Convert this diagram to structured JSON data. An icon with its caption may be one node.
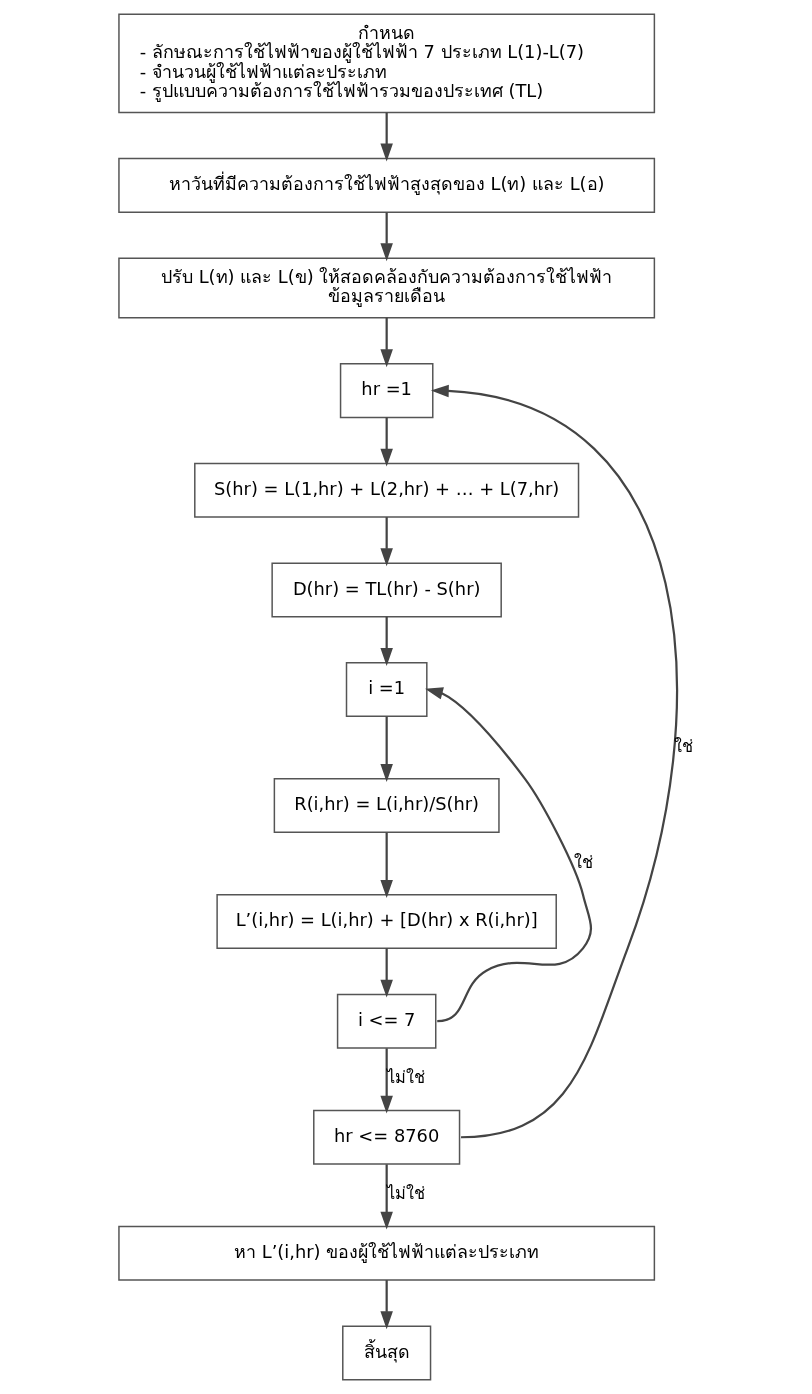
{
  "diagram": {
    "nodes": [
      {
        "text": [
          "กำหนด",
          "- ลักษณะการใช้ไฟฟ้าของผู้ใช้ไฟฟ้า 7 ประเภท L(1)-L(7)",
          "- จำนวนผู้ใช้ไฟฟ้าแต่ละประเภท",
          "- รูปแบบความต้องการใช้ไฟฟ้ารวมของประเทศ (TL)"
        ]
      },
      {
        "text": [
          "หาวันที่มีความต้องการใช้ไฟฟ้าสูงสุดของ L(ท) และ L(อ)"
        ]
      },
      {
        "text": [
          "ปรับ L(ท) และ L(ข) ให้สอดคล้องกับความต้องการใช้ไฟฟ้า",
          "ข้อมูลรายเดือน"
        ]
      },
      {
        "text": [
          "hr =1"
        ]
      },
      {
        "text": [
          "S(hr) = L(1,hr) + L(2,hr) + … + L(7,hr)"
        ]
      },
      {
        "text": [
          "D(hr) = TL(hr) - S(hr)"
        ]
      },
      {
        "text": [
          "i =1"
        ]
      },
      {
        "text": [
          "R(i,hr) = L(i,hr)/S(hr)"
        ]
      },
      {
        "text": [
          "L’(i,hr) = L(i,hr) + [D(hr) x R(i,hr)]"
        ]
      },
      {
        "text": [
          "i <= 7"
        ]
      },
      {
        "text": [
          "hr <= 8760"
        ]
      },
      {
        "text": [
          "หา L’(i,hr) ของผู้ใช้ไฟฟ้าแต่ละประเภท"
        ]
      },
      {
        "text": [
          "สิ้นสุด"
        ]
      }
    ],
    "edges": [
      {
        "from": 0,
        "to": 1,
        "arrow": "to"
      },
      {
        "from": 1,
        "to": 2,
        "arrow": "to"
      },
      {
        "from": 2,
        "to": 3,
        "arrow": "to"
      },
      {
        "from": 3,
        "to": 4,
        "arrow": "to"
      },
      {
        "from": 4,
        "to": 5,
        "arrow": "to"
      },
      {
        "from": 5,
        "to": 6,
        "arrow": "to"
      },
      {
        "from": 6,
        "to": 7,
        "arrow": "to"
      },
      {
        "from": 7,
        "to": 8,
        "arrow": "to"
      },
      {
        "from": 8,
        "to": 9,
        "arrow": "to"
      },
      {
        "from": 9,
        "to": 6,
        "arrow": "to",
        "label": "ใช่"
      },
      {
        "from": 9,
        "to": 10,
        "arrow": "to",
        "label": "ไม่ใช่"
      },
      {
        "from": 10,
        "to": 3,
        "arrow": "to",
        "label": "ใช่"
      },
      {
        "from": 10,
        "to": 11,
        "arrow": "to",
        "label": "ไม่ใช่"
      },
      {
        "from": 11,
        "to": 12,
        "arrow": "to"
      }
    ]
  }
}
